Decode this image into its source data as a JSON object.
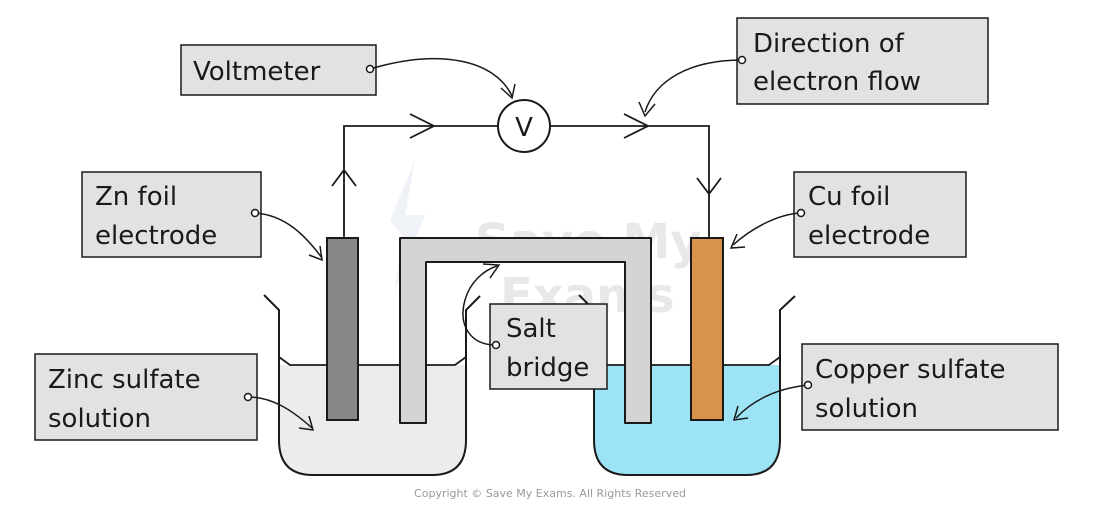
{
  "labels": {
    "voltmeter": "Voltmeter",
    "voltmeter_symbol": "V",
    "electron_flow_line1": "Direction of",
    "electron_flow_line2": "electron flow",
    "zn_electrode_line1": "Zn foil",
    "zn_electrode_line2": "electrode",
    "cu_electrode_line1": "Cu foil",
    "cu_electrode_line2": "electrode",
    "salt_bridge_line1": "Salt",
    "salt_bridge_line2": "bridge",
    "zinc_solution_line1": "Zinc sulfate",
    "zinc_solution_line2": "solution",
    "copper_solution_line1": "Copper sulfate",
    "copper_solution_line2": "solution"
  },
  "watermark": {
    "line1": "Save My",
    "line2": "Exams"
  },
  "copyright": "Copyright © Save My Exams. All Rights Reserved",
  "colors": {
    "zinc_electrode": "#878787",
    "copper_electrode": "#d9924a",
    "zinc_solution": "#ececec",
    "copper_solution": "#9ce3f6",
    "salt_bridge": "#d4d4d4",
    "label_box": "#e2e2e2",
    "outline": "#1a1a1a"
  }
}
